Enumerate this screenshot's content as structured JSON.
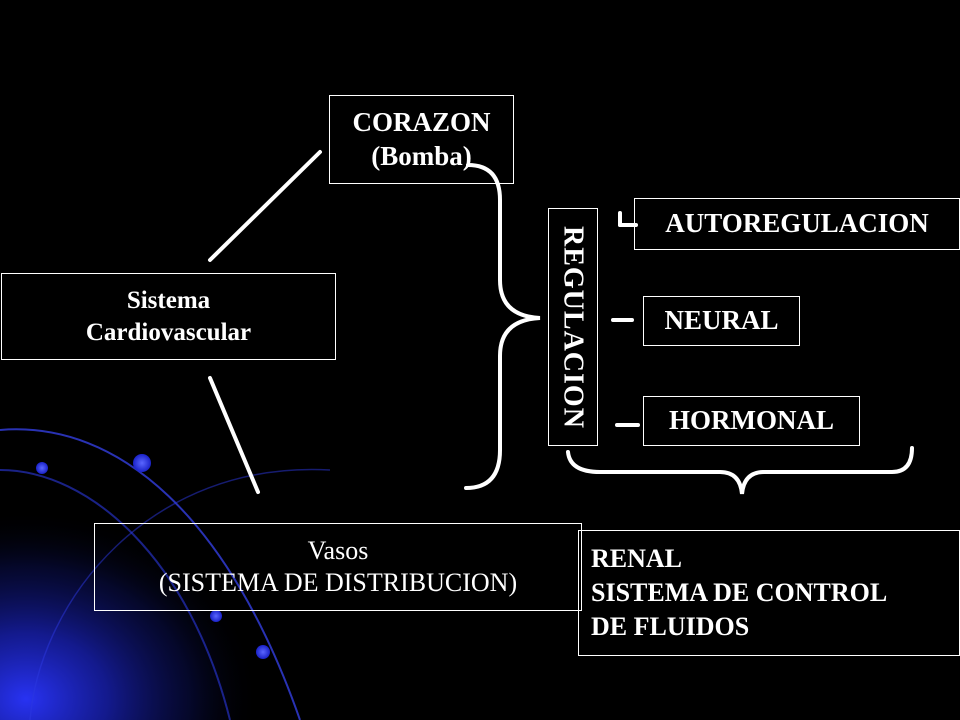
{
  "nodes": {
    "corazon": {
      "line1": "CORAZON",
      "line2": "(Bomba)"
    },
    "sistema": {
      "line1": "Sistema",
      "line2": "Cardiovascular"
    },
    "vasos": {
      "line1": "Vasos",
      "line2": "(SISTEMA DE DISTRIBUCION)"
    },
    "regulacion": {
      "label": "REGULACION"
    },
    "autoregulacion": {
      "label": "AUTOREGULACION"
    },
    "neural": {
      "label": "NEURAL"
    },
    "hormonal": {
      "label": "HORMONAL"
    },
    "renal": {
      "line1": "RENAL",
      "line2": "SISTEMA DE CONTROL",
      "line3": "DE FLUIDOS"
    }
  },
  "colors": {
    "background": "#000000",
    "text": "#ffffff",
    "accent_blue": "#1a22c8"
  }
}
